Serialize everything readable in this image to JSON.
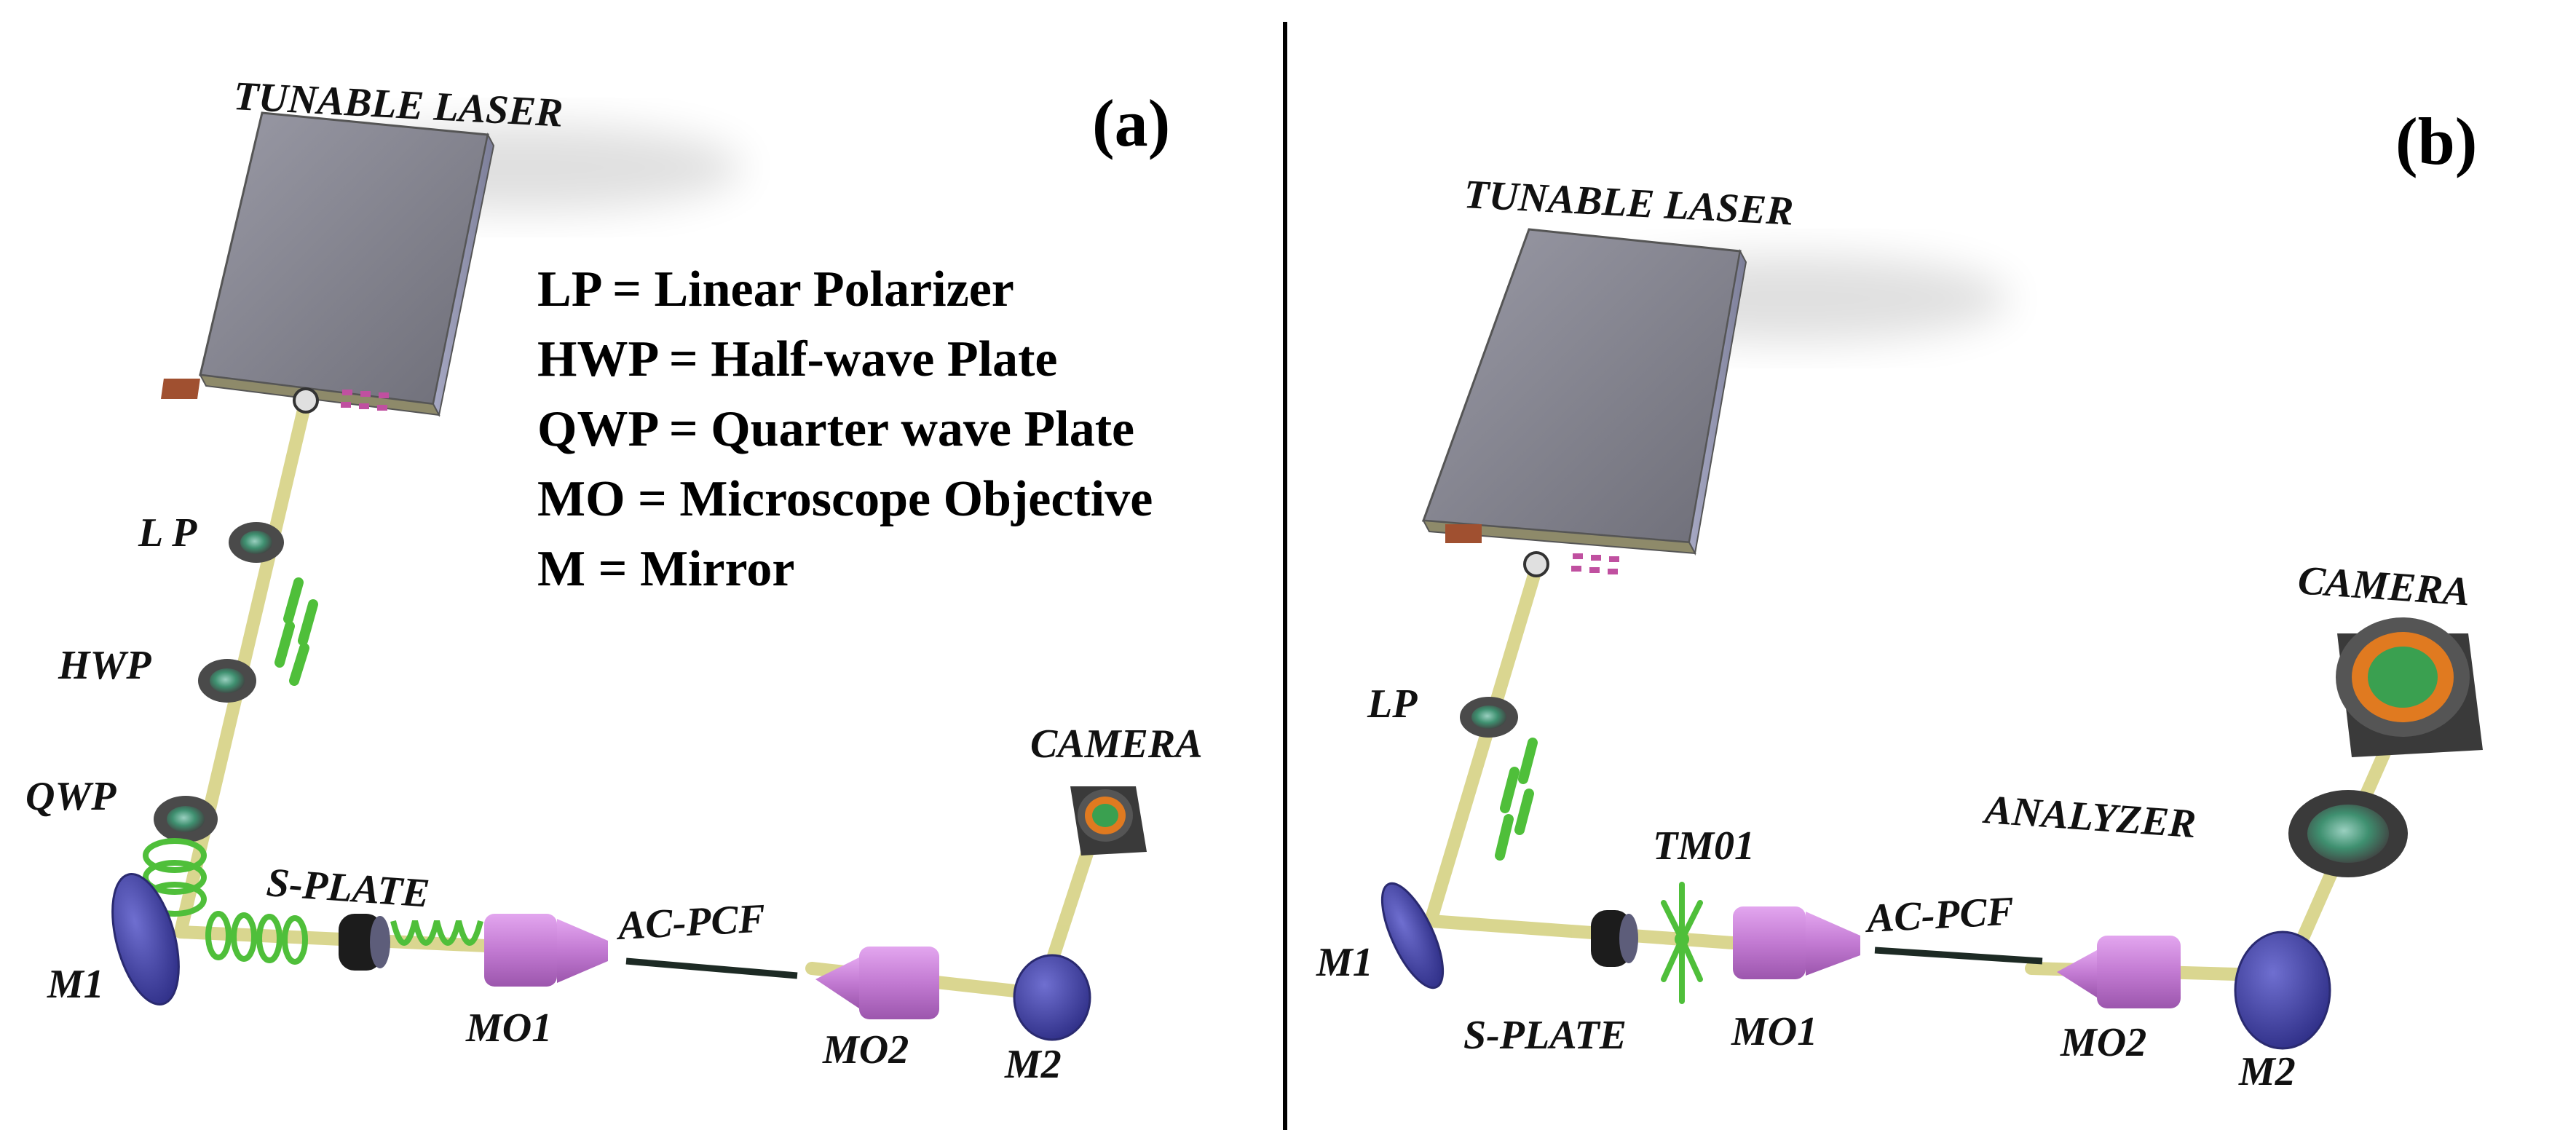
{
  "panel_a": {
    "tag": "(a)",
    "laser": "TUNABLE LASER",
    "legend": [
      "LP = Linear Polarizer",
      "HWP = Half-wave Plate",
      "QWP = Quarter wave Plate",
      "MO = Microscope Objective",
      "M = Mirror"
    ],
    "labels": {
      "lp": "L P",
      "hwp": "HWP",
      "qwp": "QWP",
      "m1": "M1",
      "splate": "S-PLATE",
      "mo1": "MO1",
      "acpcf": "AC-PCF",
      "mo2": "MO2",
      "m2": "M2",
      "camera": "CAMERA"
    }
  },
  "panel_b": {
    "tag": "(b)",
    "laser": "TUNABLE LASER",
    "labels": {
      "lp": "LP",
      "m1": "M1",
      "splate": "S-PLATE",
      "tm01": "TM01",
      "mo1": "MO1",
      "acpcf": "AC-PCF",
      "mo2": "MO2",
      "m2": "M2",
      "analyzer": "ANALYZER",
      "camera": "CAMERA"
    }
  },
  "colors": {
    "beam": "#d8d48a",
    "laser_body": "#7d7d82",
    "laser_front": "#8e8a6a",
    "objective": "#c98ad6",
    "mirror": "#4a4aa8",
    "polarization": "#4fbf3a",
    "fiber": "#1d2a24",
    "divider": "#000000"
  }
}
